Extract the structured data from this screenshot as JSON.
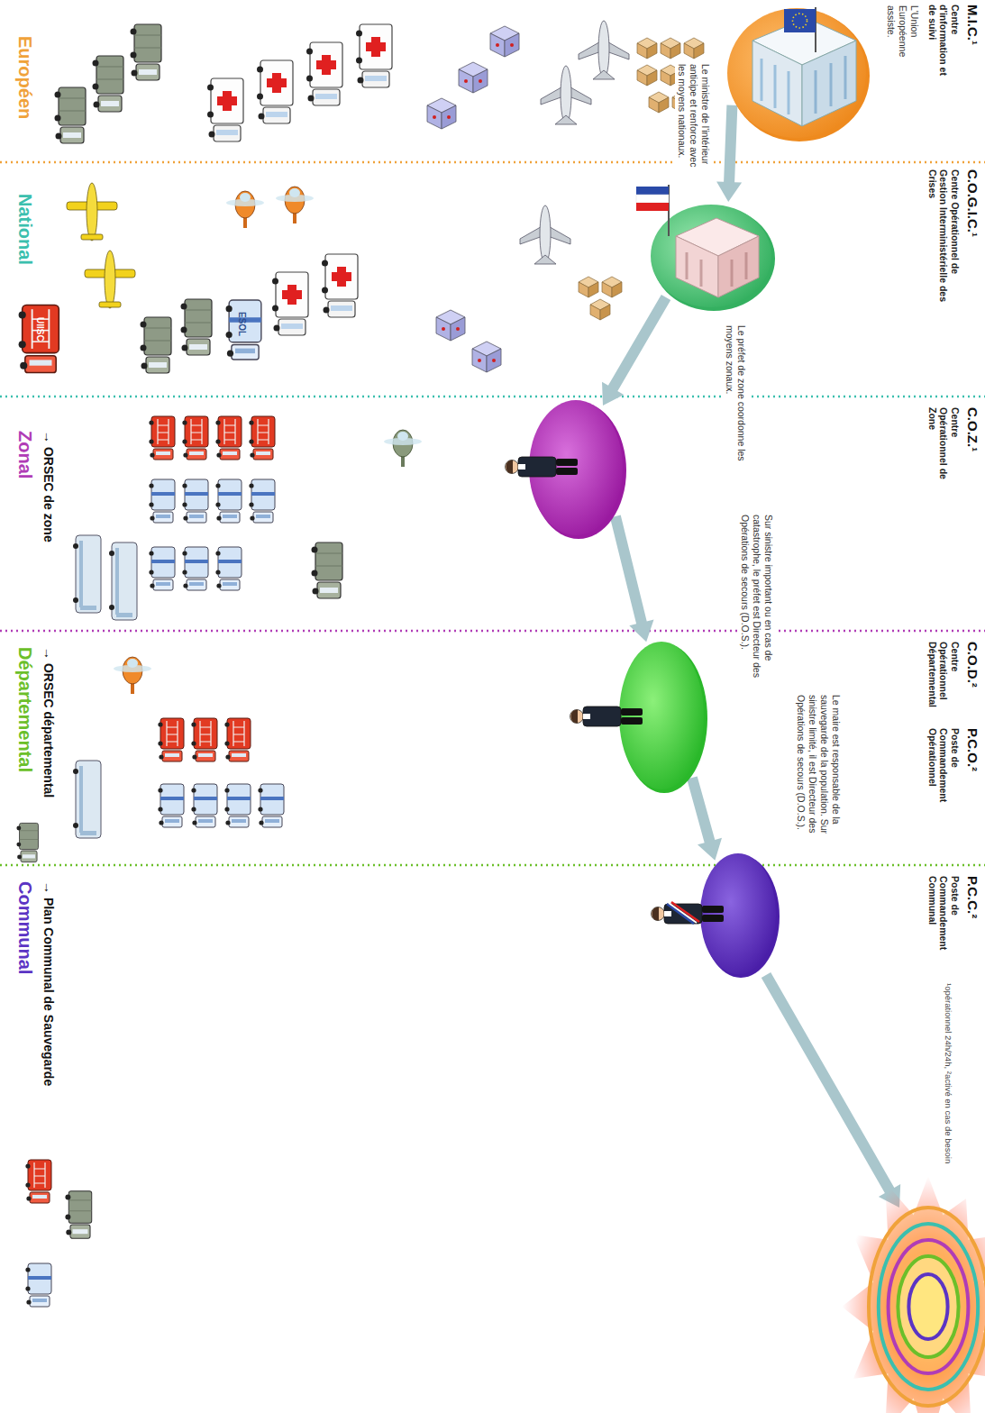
{
  "diagram": {
    "nodes": [
      {
        "text": [
          "Européen",
          "M.I.C.¹",
          "Centre d'information et de suivi"
        ]
      },
      {
        "text": [
          "L'Union Européenne assiste."
        ],
        "in": 0
      },
      {
        "text": [
          "National",
          "C.O.G.I.C.¹",
          "Centre Opérationnel de Gestion Interministérielle des Crises"
        ]
      },
      {
        "text": [
          "Le ministre de l'intérieur anticipe et renforce avec les moyens nationaux."
        ],
        "in": 2
      },
      {
        "text": [
          "Zonal",
          "→ ORSEC de zone",
          "C.O.Z.¹",
          "Centre Opérationnel de Zone"
        ]
      },
      {
        "text": [
          "Le préfet de zone coordonne les moyens zonaux."
        ],
        "in": 4
      },
      {
        "text": [
          "Départemental",
          "→ ORSEC départemental",
          "C.O.D.²",
          "Centre Opérationnel Départemental",
          "P.C.O.²",
          "Poste de Commandement Opérationnel"
        ]
      },
      {
        "text": [
          "Sur sinistre important ou en cas de catastrophe, le préfet est Directeur des Opérations de secours (D.O.S.)."
        ],
        "in": 6
      },
      {
        "text": [
          "Communal",
          "→ Plan Communal de Sauvegarde",
          "P.C.C.²",
          "Poste de Commandement Communal"
        ]
      },
      {
        "text": [
          "Le maire est responsable de la sauvegarde de la population. Sur sinistre limité, il est Directeur des Opérations de secours (D.O.S.)."
        ],
        "in": 8
      }
    ],
    "edges": [
      {
        "from": 1,
        "to": 3,
        "arrow": "to"
      },
      {
        "from": 3,
        "to": 5,
        "arrow": "to"
      },
      {
        "from": 5,
        "to": 7,
        "arrow": "to"
      },
      {
        "from": 7,
        "to": 9,
        "arrow": "to"
      }
    ],
    "labels": [
      "UIISC",
      "ESOL",
      "¹opérationnel 24h/24h, ²activé en cas de besoin"
    ]
  }
}
